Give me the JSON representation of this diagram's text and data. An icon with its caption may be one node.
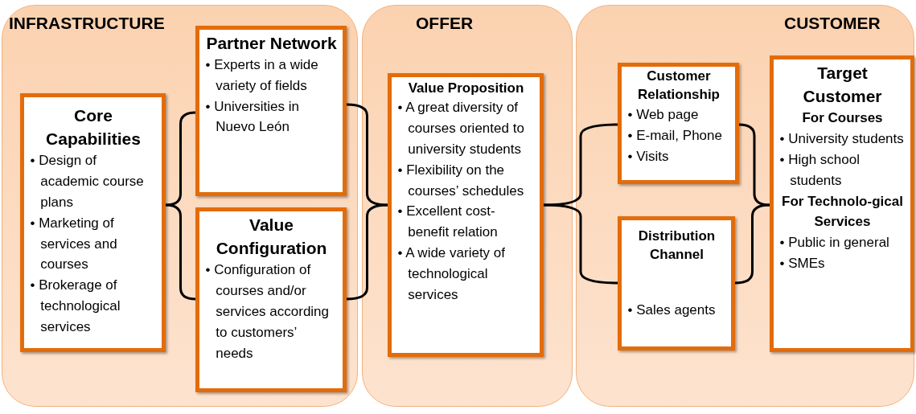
{
  "diagram": {
    "nodes": [
      {
        "text": [
          "INFRASTRUCTURE"
        ]
      },
      {
        "text": [
          "Core Capabilities",
          "• Design of academic course plans",
          "• Marketing of services and courses",
          "• Brokerage of technological services"
        ],
        "in": 0
      },
      {
        "text": [
          "Partner Network",
          "• Experts in a wide variety of fields",
          "• Universities in Nuevo León"
        ],
        "in": 0
      },
      {
        "text": [
          "Value Configuration",
          "• Configuration of courses and/or services according to customers’ needs"
        ],
        "in": 0
      },
      {
        "text": [
          "OFFER"
        ]
      },
      {
        "text": [
          "Value Proposition",
          "• A great diversity of courses oriented to university students",
          "• Flexibility on the courses’ schedules",
          "• Excellent cost-benefit relation",
          "• A wide variety of technological services"
        ],
        "in": 4
      },
      {
        "text": [
          "CUSTOMER"
        ]
      },
      {
        "text": [
          "Customer Relationship",
          "• Web page",
          "• E-mail, Phone",
          "• Visits"
        ],
        "in": 6
      },
      {
        "text": [
          "Distribution Channel",
          "• Sales agents"
        ],
        "in": 6
      },
      {
        "text": [
          "Target Customer",
          "For Courses",
          "• University students",
          "• High school students",
          "For Technolo-gical Services",
          "• Public in general",
          "• SMEs"
        ],
        "in": 6
      }
    ],
    "edges": [
      {
        "from": 1,
        "to": 2,
        "arrow": "none"
      },
      {
        "from": 1,
        "to": 3,
        "arrow": "none"
      },
      {
        "from": 2,
        "to": 5,
        "arrow": "none"
      },
      {
        "from": 3,
        "to": 5,
        "arrow": "none"
      },
      {
        "from": 5,
        "to": 7,
        "arrow": "none"
      },
      {
        "from": 5,
        "to": 8,
        "arrow": "none"
      },
      {
        "from": 7,
        "to": 9,
        "arrow": "none"
      },
      {
        "from": 8,
        "to": 9,
        "arrow": "none"
      }
    ]
  }
}
